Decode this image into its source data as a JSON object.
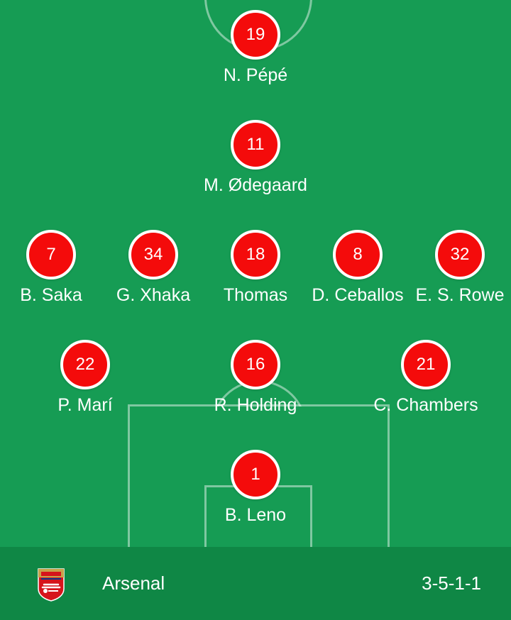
{
  "lineup": {
    "players": [
      {
        "number": "19",
        "name": "N. Pépé"
      },
      {
        "number": "11",
        "name": "M. Ødegaard"
      },
      {
        "number": "7",
        "name": "B. Saka"
      },
      {
        "number": "34",
        "name": "G. Xhaka"
      },
      {
        "number": "18",
        "name": "Thomas"
      },
      {
        "number": "8",
        "name": "D. Ceballos"
      },
      {
        "number": "32",
        "name": "E. S. Rowe"
      },
      {
        "number": "22",
        "name": "P. Marí"
      },
      {
        "number": "16",
        "name": "R. Holding"
      },
      {
        "number": "21",
        "name": "C. Chambers"
      },
      {
        "number": "1",
        "name": "B. Leno"
      }
    ]
  },
  "footer": {
    "team_name": "Arsenal",
    "formation": "3-5-1-1",
    "crest_icon": "arsenal-crest-icon"
  },
  "colors": {
    "pitch": "#169c54",
    "footer": "#0f8745",
    "shirt": "#f40b0b"
  }
}
